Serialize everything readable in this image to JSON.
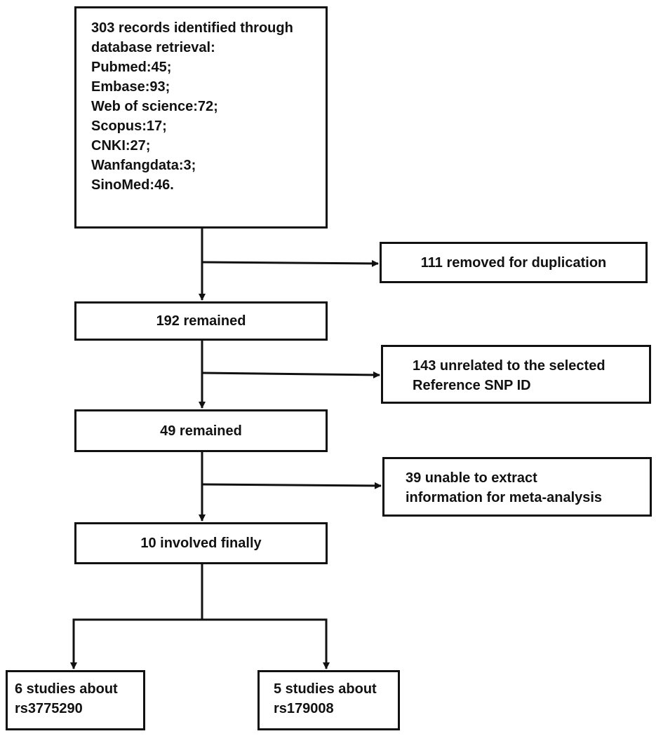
{
  "identification": {
    "lines": [
      "303 records identified through",
      "database retrieval:",
      "Pubmed:45;",
      "Embase:93;",
      "Web of science:72;",
      "Scopus:17;",
      "CNKI:27;",
      "Wanfangdata:3;",
      "SinoMed:46."
    ]
  },
  "exclusions": {
    "duplicates": [
      "111 removed for duplication"
    ],
    "unrelated": [
      "143 unrelated to the selected",
      "Reference SNP ID"
    ],
    "no_data": [
      "39 unable to extract",
      "information for meta-analysis"
    ]
  },
  "steps": {
    "remained_1": "192 remained",
    "remained_2": "49 remained",
    "final": "10 involved finally"
  },
  "outcomes": {
    "left": [
      "6 studies about",
      "rs3775290"
    ],
    "right": [
      "5 studies about",
      "rs179008"
    ]
  }
}
